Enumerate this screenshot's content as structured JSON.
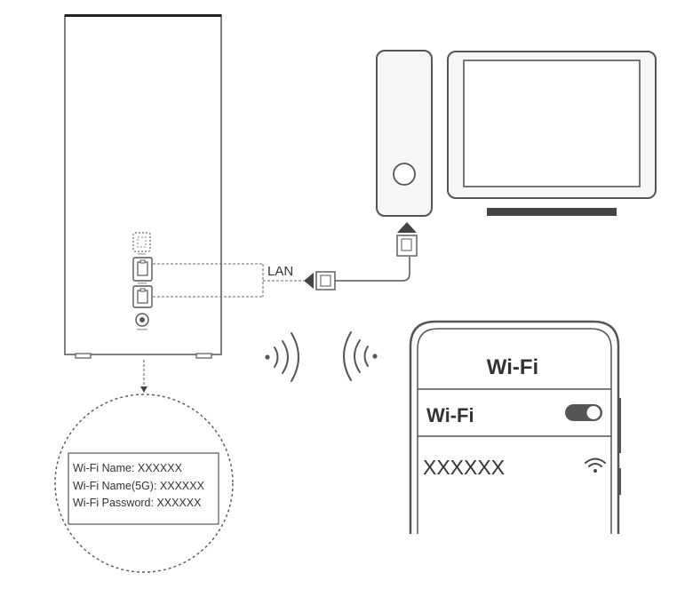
{
  "router": {
    "lan_label": "LAN",
    "label_card": {
      "lines": [
        "Wi-Fi Name: XXXXXX",
        "Wi-Fi Name(5G): XXXXXX",
        "Wi-Fi Password: XXXXXX"
      ]
    }
  },
  "phone": {
    "header_title": "Wi-Fi",
    "toggle_row_label": "Wi-Fi",
    "toggle_state": "on",
    "network_name": "XXXXXX"
  },
  "icons": {
    "signal_waves": "wireless-signal-icon",
    "wifi": "wifi-icon"
  },
  "colors": {
    "outline": "#555555",
    "dark_grey": "#444444",
    "light_fill": "#f6f6f6"
  }
}
